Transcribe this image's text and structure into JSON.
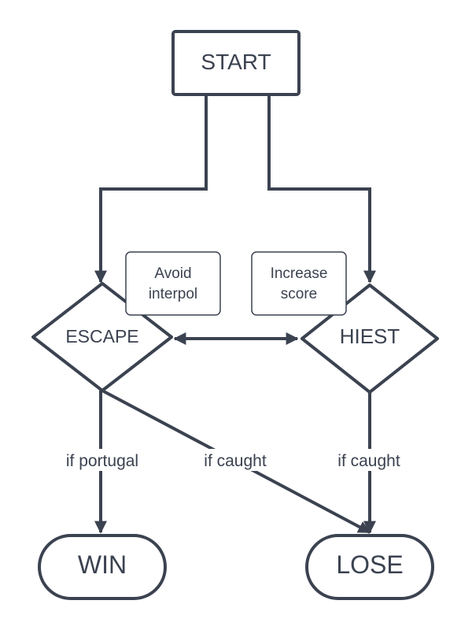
{
  "nodes": {
    "start": "START",
    "escape": "ESCAPE",
    "hiest": "HIEST",
    "win": "WIN",
    "lose": "LOSE"
  },
  "notes": {
    "escape": [
      "Avoid",
      "interpol"
    ],
    "hiest": [
      "Increase",
      "score"
    ]
  },
  "edge_labels": {
    "escape_to_win": "if portugal",
    "escape_to_lose": "if caught",
    "hiest_to_lose": "if caught"
  },
  "colors": {
    "stroke": "#3b4250",
    "background": "#ffffff"
  }
}
